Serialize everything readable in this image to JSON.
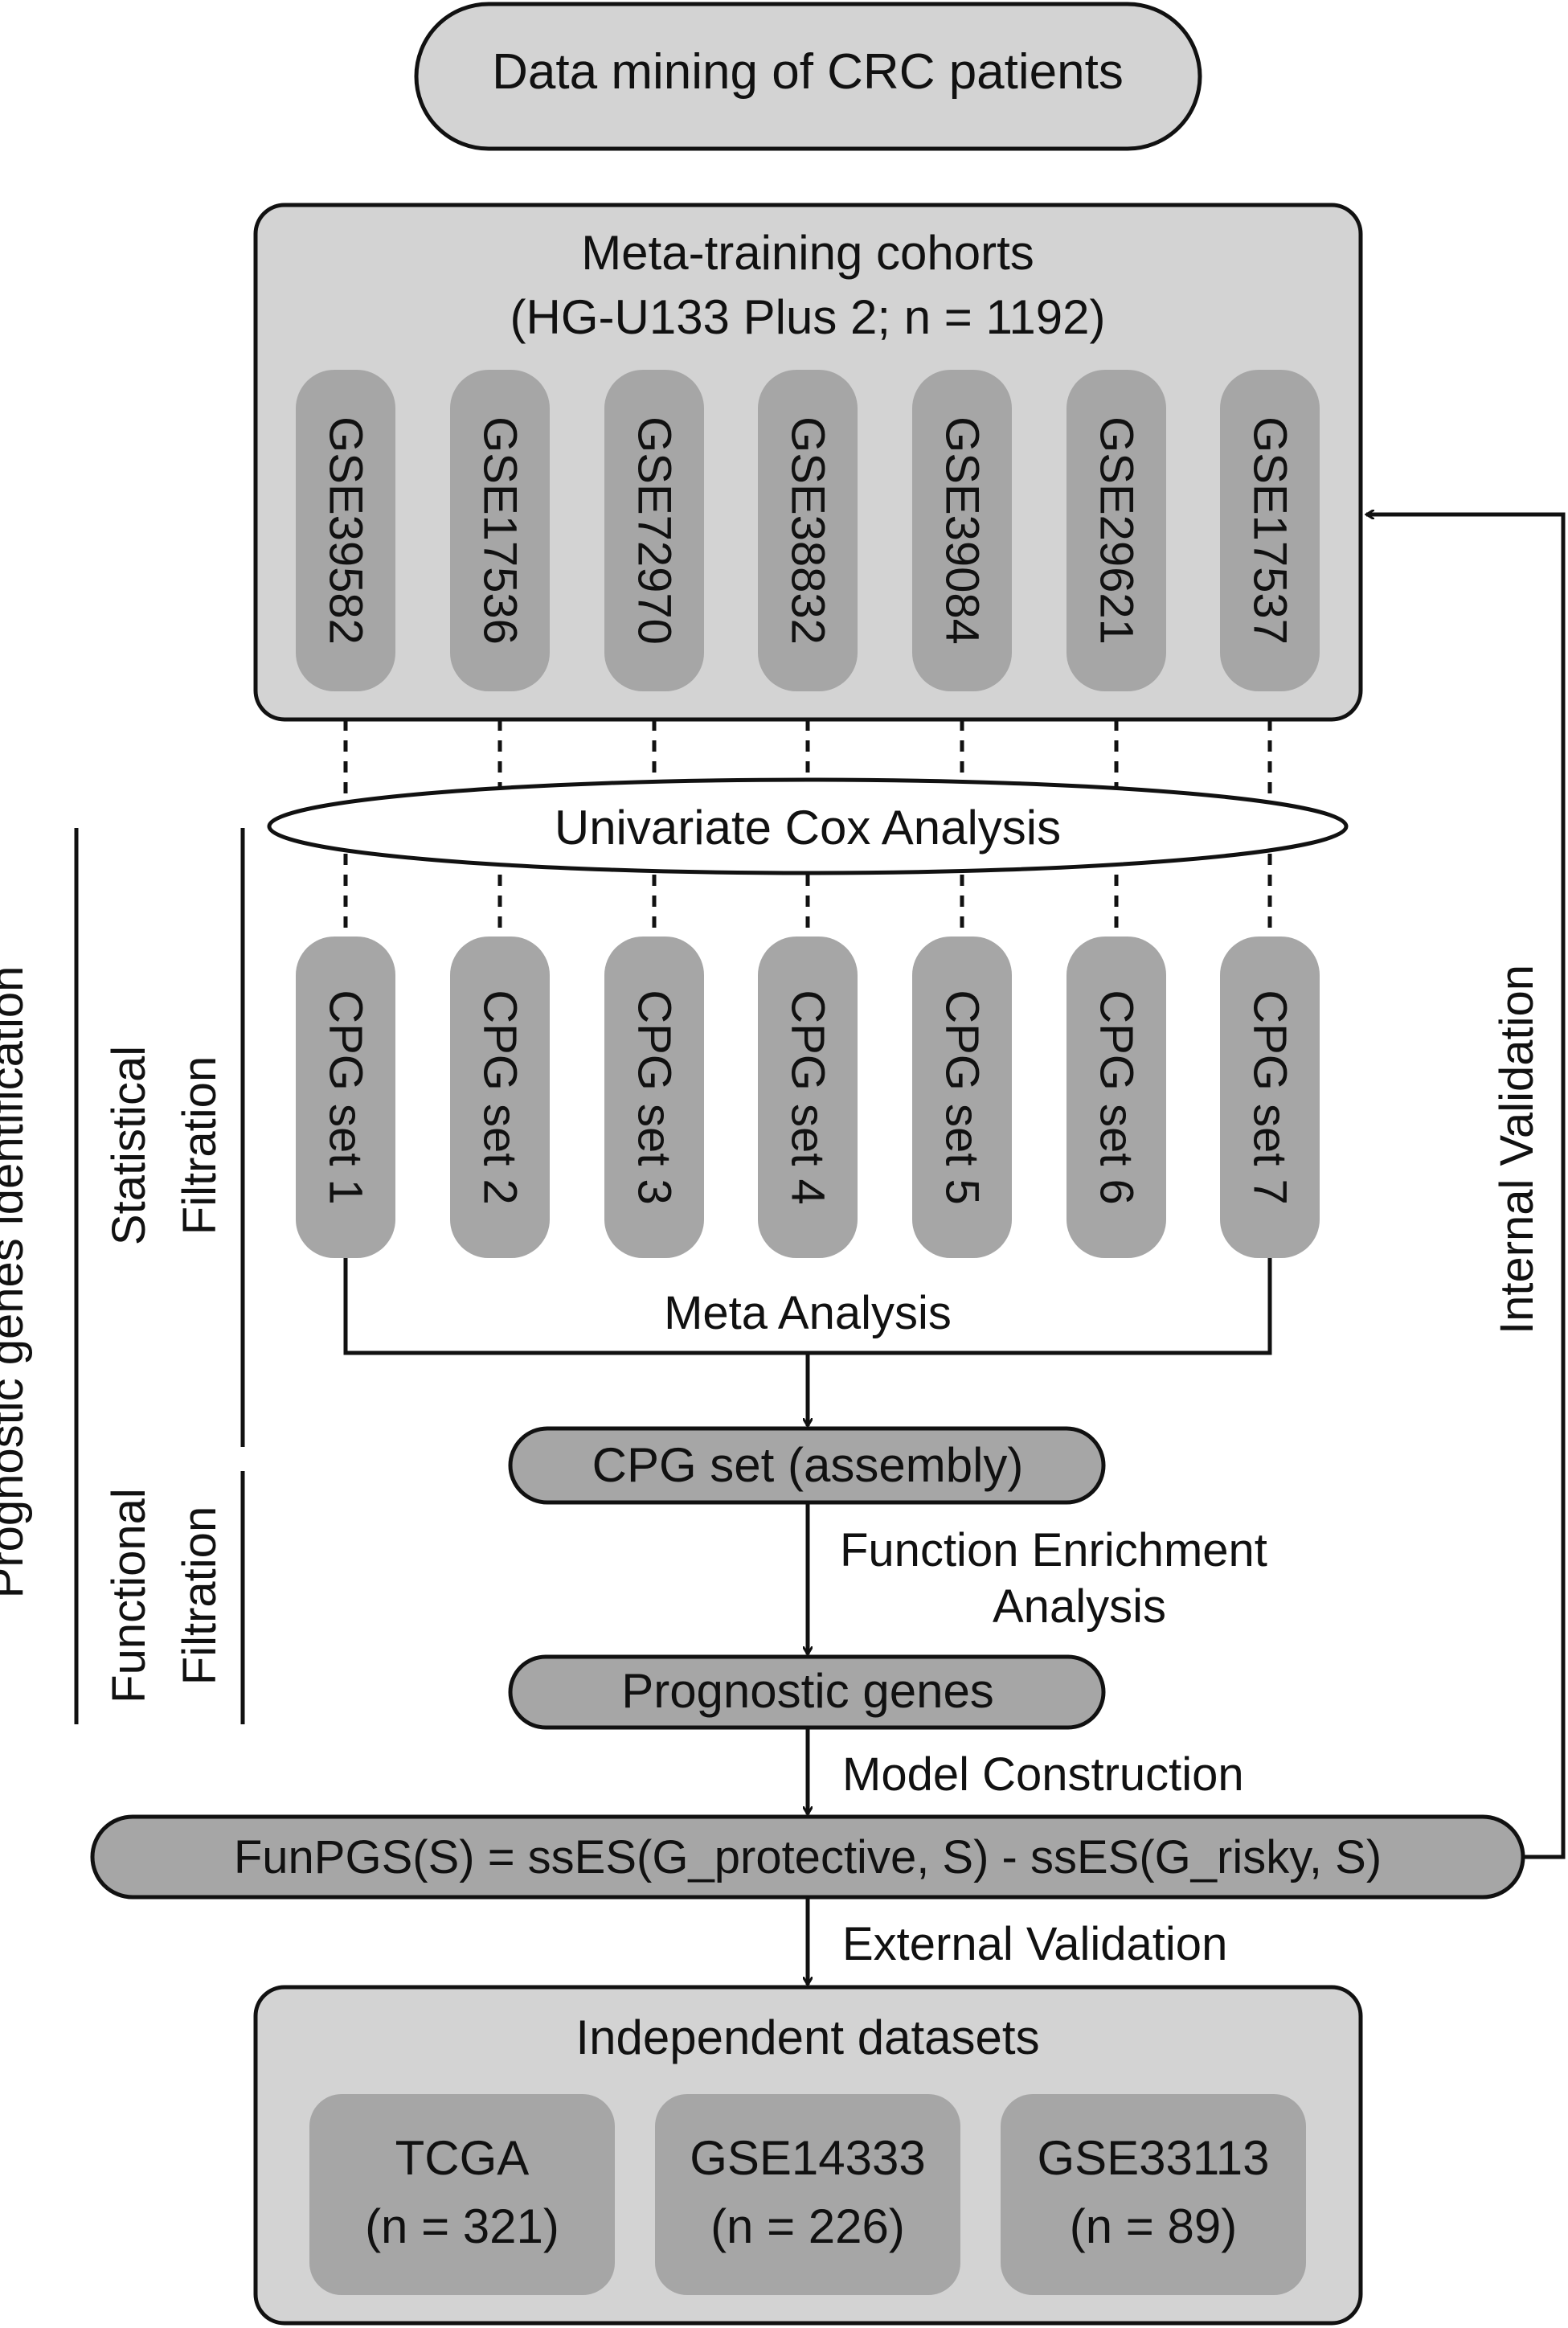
{
  "top_title": "Data mining of CRC patients",
  "meta_training": {
    "title_line1": "Meta-training cohorts",
    "title_line2": "(HG-U133 Plus 2; n = 1192)",
    "cohorts": [
      "GSE39582",
      "GSE17536",
      "GSE72970",
      "GSE38832",
      "GSE39084",
      "GSE29621",
      "GSE17537"
    ]
  },
  "univariate_label": "Univariate Cox Analysis",
  "cpg_sets": [
    "CPG set 1",
    "CPG set 2",
    "CPG set 3",
    "CPG set 4",
    "CPG set 5",
    "CPG set 6",
    "CPG set 7"
  ],
  "meta_analysis_label": "Meta Analysis",
  "cpg_assembly": "CPG set (assembly)",
  "function_enrichment": {
    "line1": "Function Enrichment",
    "line2": "Analysis"
  },
  "prognostic_genes": "Prognostic genes",
  "model_construction": "Model Construction",
  "formula": "FunPGS(S) = ssES(G_protective, S) - ssES(G_risky, S)",
  "external_validation": "External Validation",
  "internal_validation": "Internal Validation",
  "independent": {
    "title": "Independent datasets",
    "datasets": [
      {
        "name": "TCGA",
        "n": "(n = 321)"
      },
      {
        "name": "GSE14333",
        "n": "(n = 226)"
      },
      {
        "name": "GSE33113",
        "n": "(n = 89)"
      }
    ]
  },
  "side_labels": {
    "main": "Prognostic genes identification",
    "statistical_line1": "Statistical",
    "statistical_line2": "Filtration",
    "functional_line1": "Functional",
    "functional_line2": "Filtration"
  },
  "colors": {
    "light_gray": "#d3d3d3",
    "mid_gray": "#c8c8c8",
    "dark_gray": "#a6a6a6",
    "line": "#111111"
  }
}
